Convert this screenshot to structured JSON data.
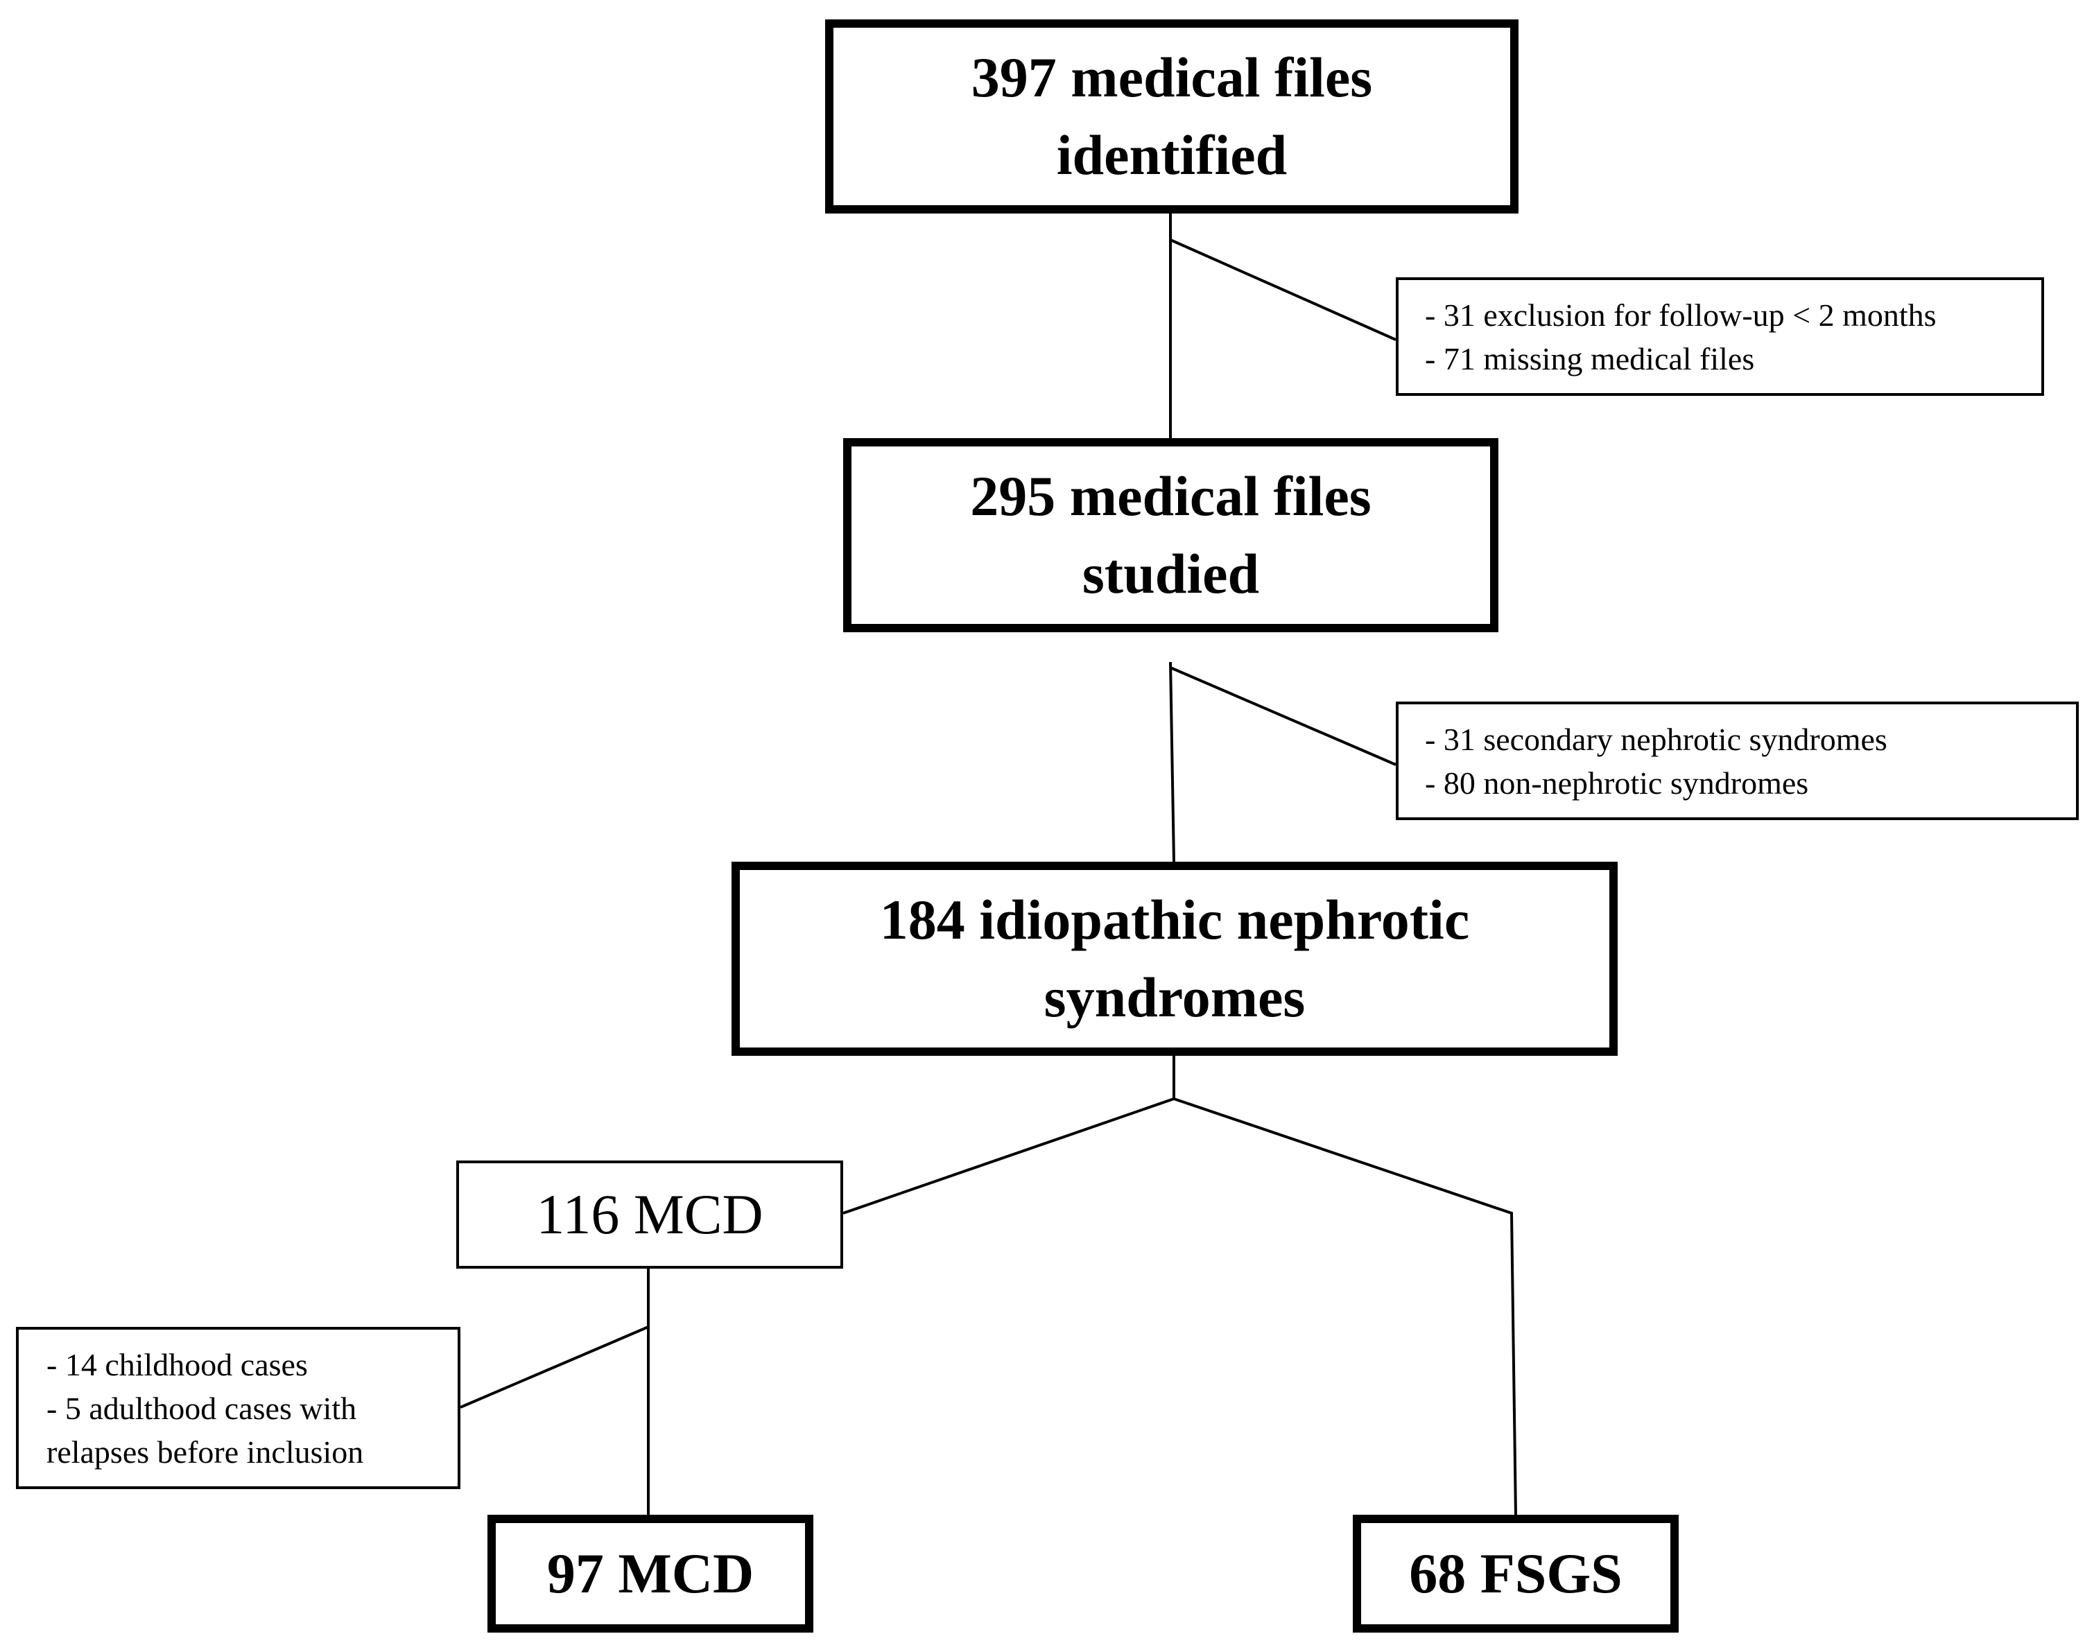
{
  "nodes": {
    "identified": [
      "397 medical files",
      "identified"
    ],
    "studied": [
      "295 medical files",
      "studied"
    ],
    "idiopathic": [
      "184 idiopathic nephrotic",
      "syndromes"
    ],
    "mcd116": "116 MCD",
    "mcd97": "97 MCD",
    "fsgs": "68 FSGS"
  },
  "exclusions": {
    "first": [
      "- 31 exclusion for follow-up < 2 months",
      "- 71 missing medical files"
    ],
    "second": [
      "- 31 secondary nephrotic syndromes",
      "- 80 non-nephrotic syndromes"
    ],
    "third": [
      "- 14 childhood cases",
      "- 5 adulthood cases with",
      "relapses before inclusion"
    ]
  }
}
